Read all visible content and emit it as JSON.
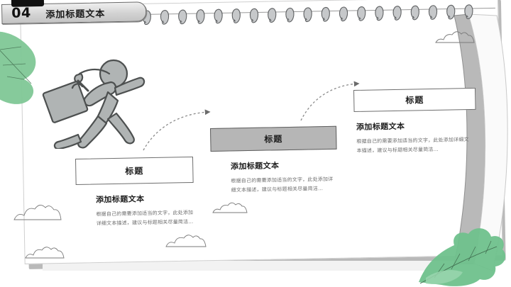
{
  "slide": {
    "number": "04",
    "header_title": "添加标题文本"
  },
  "cards": [
    {
      "title": "标题",
      "subtitle": "添加标题文本",
      "body": "根据自己的需要添加适当的文字，此处添加详细文本描述，建议与标题相关尽量简洁…"
    },
    {
      "title": "标题",
      "subtitle": "添加标题文本",
      "body": "根据自己的需要添加适当的文字，此处添加详细文本描述，建议与标题相关尽量简洁…"
    },
    {
      "title": "标题",
      "subtitle": "添加标题文本",
      "body": "根据自己的需要添加适当的文字，此处添加详细文本描述，建议与标题相关尽量简洁…"
    }
  ],
  "decor": {
    "runner_icon": "running-businessman-icon",
    "briefcase_icon": "briefcase-icon",
    "arrow_1_icon": "dashed-curved-arrow-icon",
    "arrow_2_icon": "dashed-curved-arrow-icon",
    "leaf_left_icon": "leaf-icon",
    "leaf_bottom_right_icon": "oak-leaf-icon",
    "cloud_icon": "cloud-outline-icon",
    "spiral_ring_icon": "spiral-ring-icon",
    "ring_count": 19
  },
  "colors": {
    "figure_fill": "#b0b4b4",
    "figure_stroke": "#4d5050",
    "banner_gray": "#d3d3d3",
    "card_fill": "#b6b6b6",
    "leaf_green": "#7fc796",
    "body_text": "#6d6d6d",
    "page_edge": "#b9b9b9"
  }
}
